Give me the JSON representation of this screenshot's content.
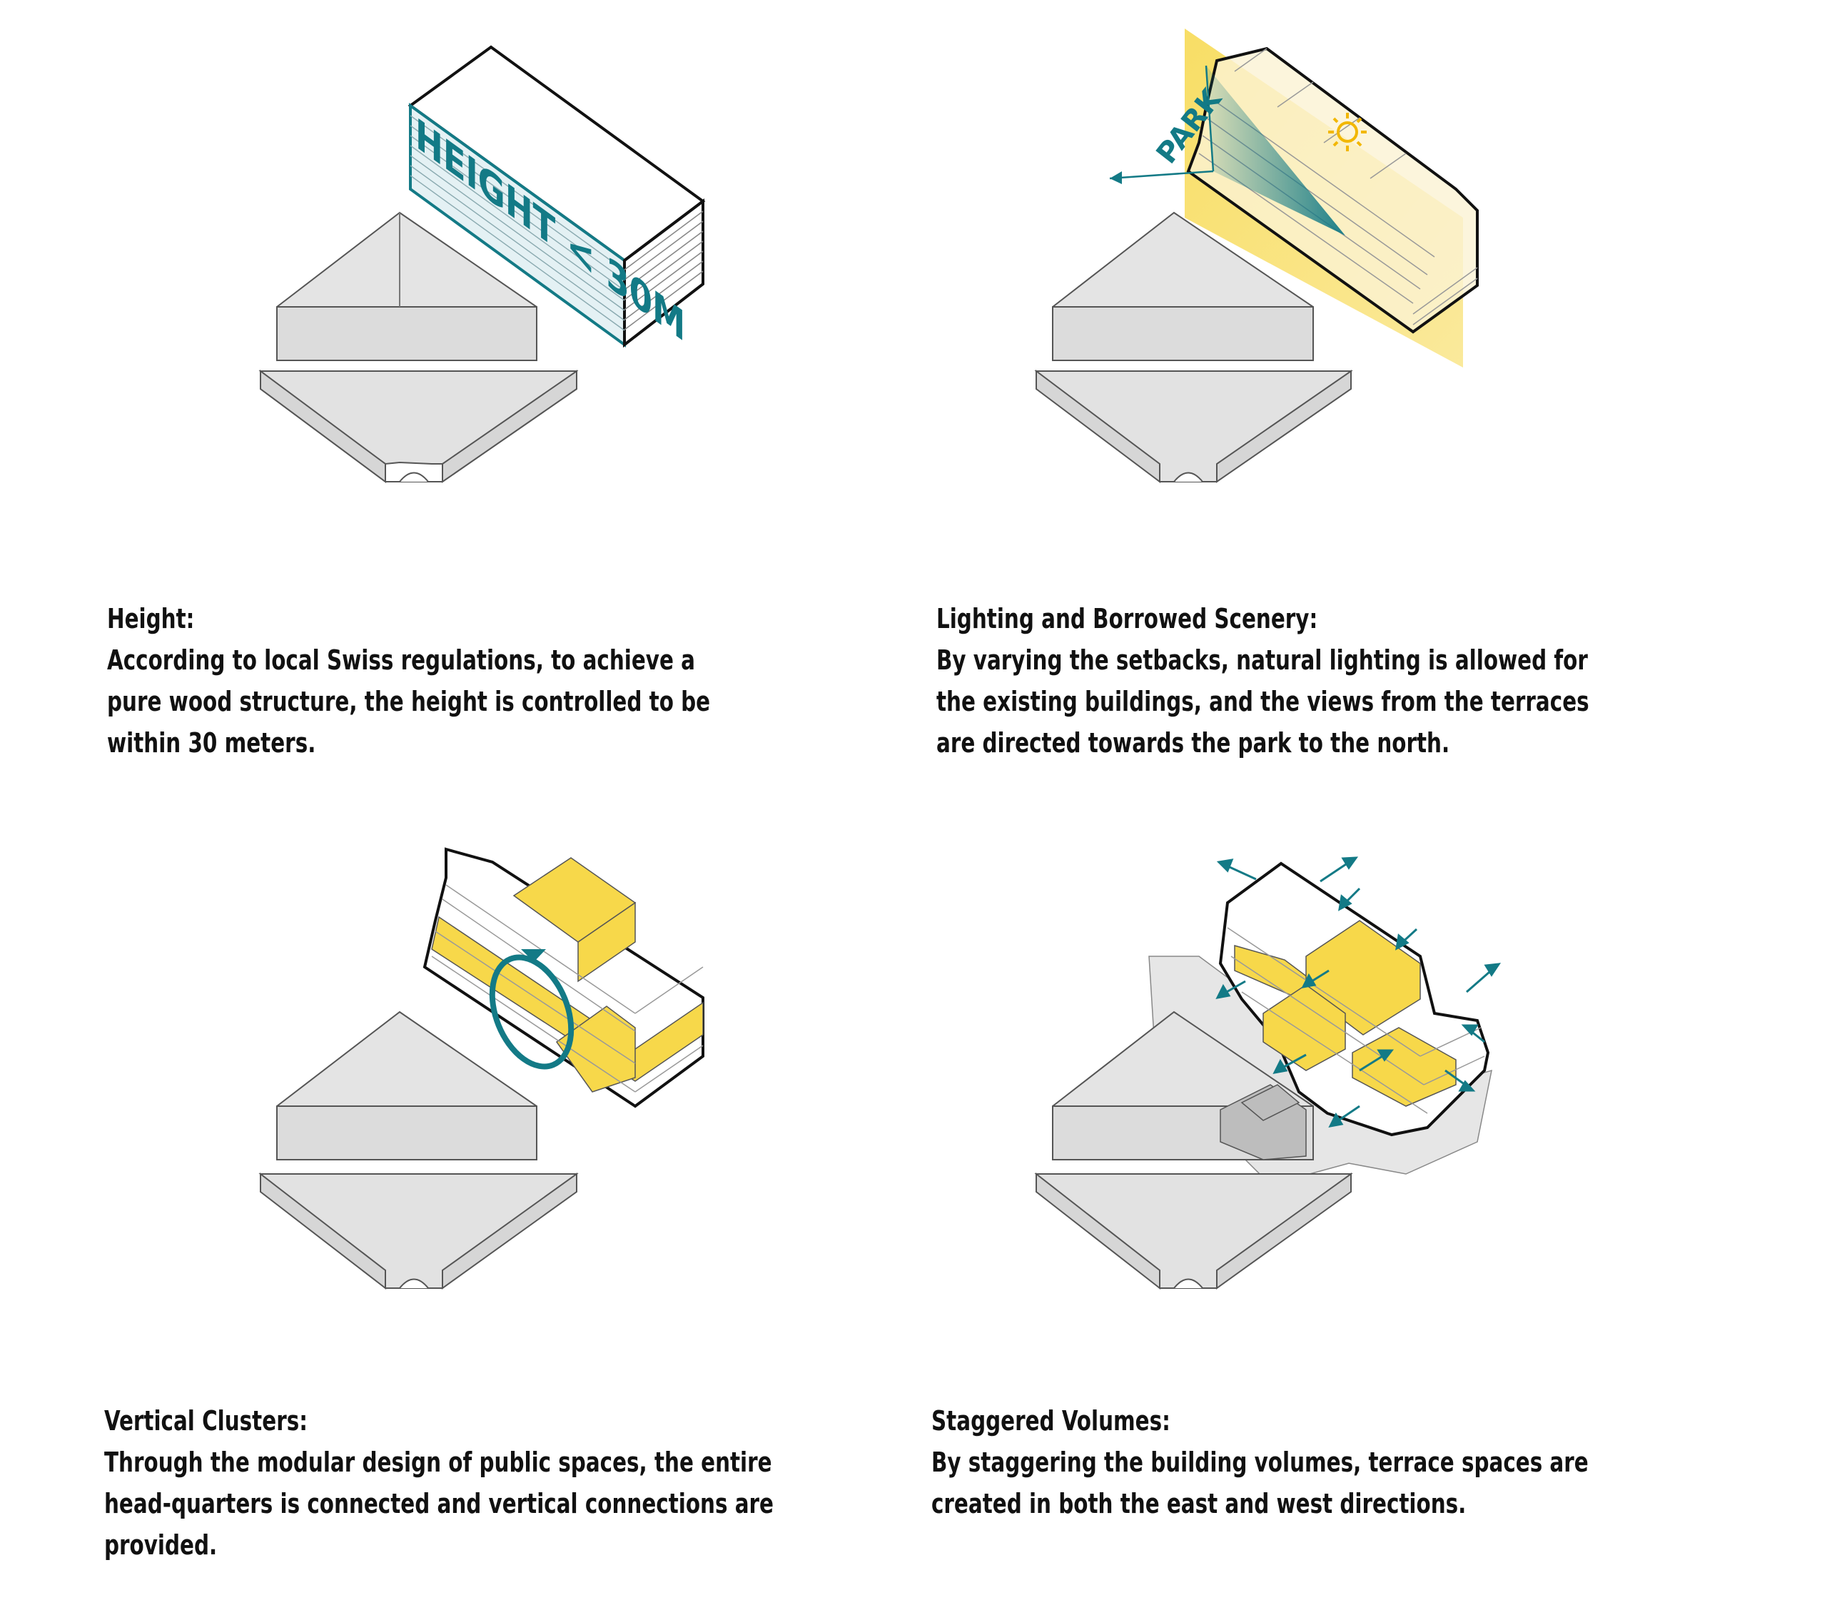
{
  "panels": [
    {
      "id": "height",
      "title": "Height:",
      "body": "According to local Swiss regulations, to achieve a pure wood structure, the height is controlled to be within 30 meters.",
      "diagram_label": "HEIGHT < 30M"
    },
    {
      "id": "lighting",
      "title": "Lighting and Borrowed Scenery:",
      "body": "By varying the setbacks, natural lighting is allowed for the existing buildings, and the views from the terraces are directed towards the park to the north.",
      "diagram_label": "PARK"
    },
    {
      "id": "vertical",
      "title": "Vertical Clusters:",
      "body": "Through the modular design of public spaces, the entire head-quarters is connected and vertical connections are provided."
    },
    {
      "id": "staggered",
      "title": "Staggered Volumes:",
      "body": "By staggering the building volumes, terrace spaces are created in both the east and west directions."
    }
  ],
  "colors": {
    "teal": "#137a86",
    "yellow": "#f7d84a",
    "grey": "#e6e6e6",
    "outline": "#111111"
  }
}
